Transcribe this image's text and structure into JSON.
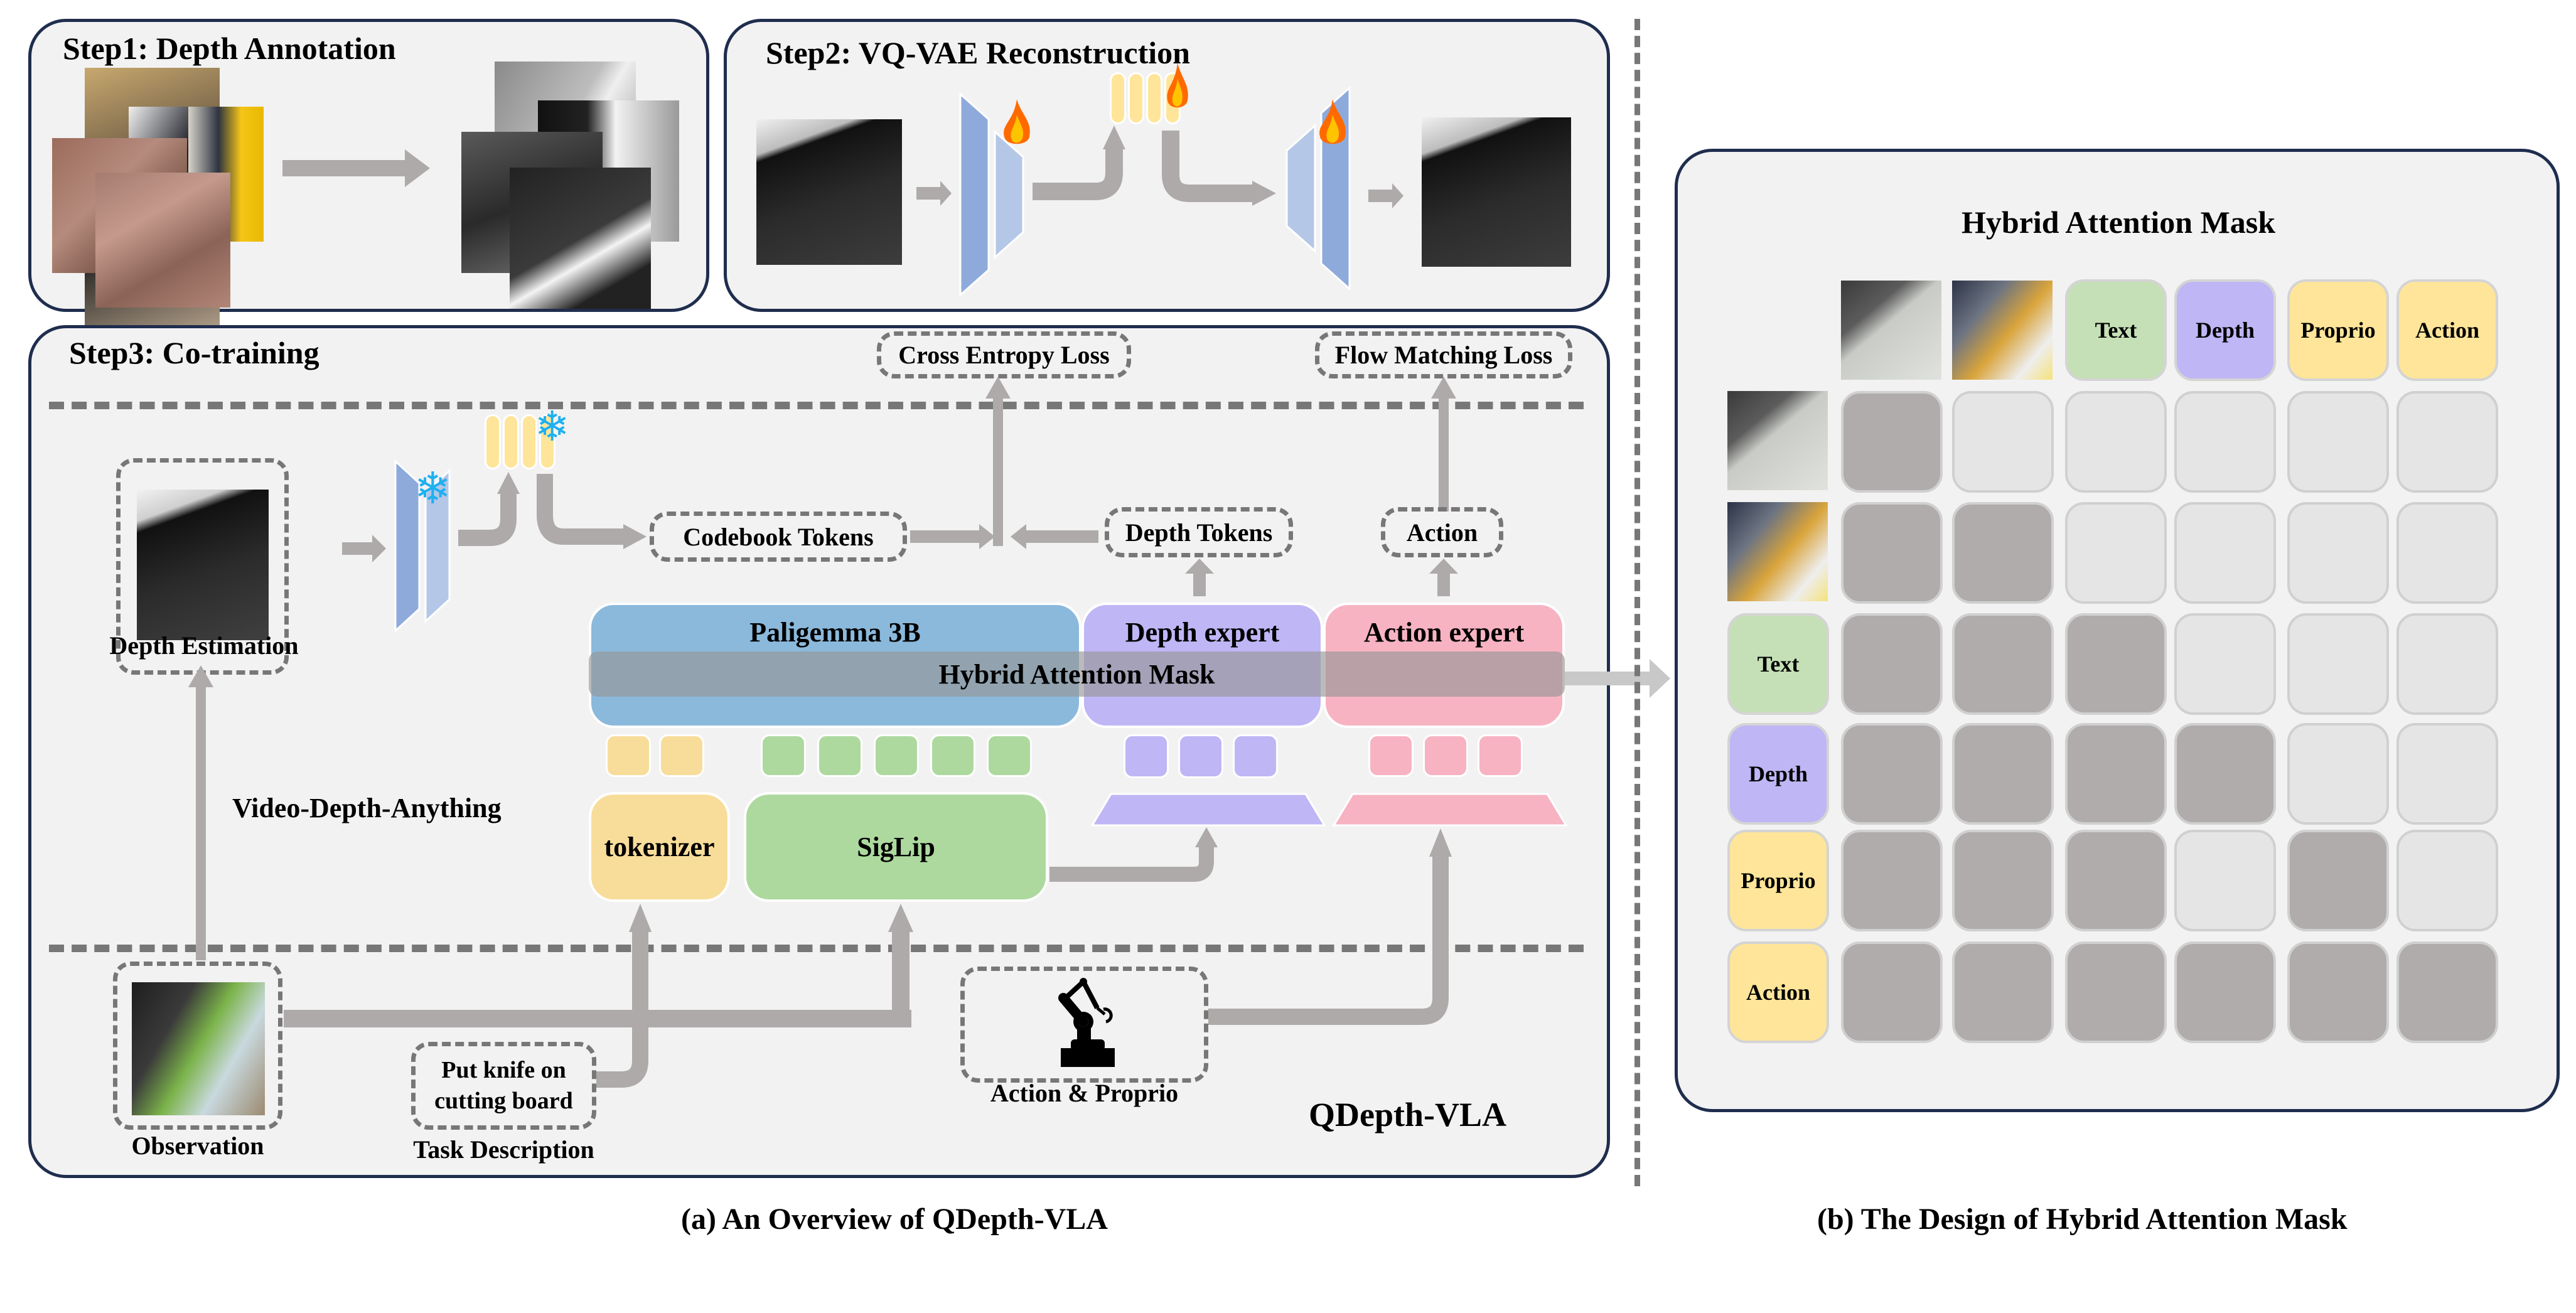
{
  "step1": {
    "title": "Step1: Depth Annotation"
  },
  "step2": {
    "title": "Step2: VQ-VAE Reconstruction"
  },
  "step3": {
    "title": "Step3: Co-training",
    "cross_entropy_loss": "Cross Entropy Loss",
    "flow_matching_loss": "Flow Matching Loss",
    "codebook_tokens": "Codebook Tokens",
    "depth_tokens": "Depth Tokens",
    "action_out": "Action",
    "depth_estimation": "Depth Estimation",
    "video_depth_anything": "Video-Depth-Anything",
    "paligemma": "Paligemma 3B",
    "depth_expert": "Depth expert",
    "action_expert": "Action expert",
    "hybrid_attention_mask": "Hybrid Attention Mask",
    "tokenizer": "tokenizer",
    "siglip": "SigLip",
    "observation": "Observation",
    "task_text": "Put knife on cutting board",
    "task_text_line1": "Put knife on",
    "task_text_line2": "cutting board",
    "task_description": "Task Description",
    "action_proprio": "Action & Proprio",
    "model_name": "QDepth-VLA"
  },
  "mask_panel": {
    "title": "Hybrid Attention Mask",
    "columns": [
      "image-1",
      "image-2",
      "Text",
      "Depth",
      "Proprio",
      "Action"
    ],
    "rows": [
      "image-1",
      "image-2",
      "Text",
      "Depth",
      "Proprio",
      "Action"
    ],
    "header_labels": {
      "text": "Text",
      "depth": "Depth",
      "proprio": "Proprio",
      "action": "Action"
    },
    "matrix": [
      [
        1,
        0,
        0,
        0,
        0,
        0
      ],
      [
        1,
        1,
        0,
        0,
        0,
        0
      ],
      [
        1,
        1,
        1,
        0,
        0,
        0
      ],
      [
        1,
        1,
        1,
        1,
        0,
        0
      ],
      [
        1,
        1,
        1,
        0,
        1,
        0
      ],
      [
        1,
        1,
        1,
        1,
        1,
        1
      ]
    ],
    "legend": {
      "attend": "dark gray",
      "masked": "light gray"
    }
  },
  "colors": {
    "panel_border": "#1f2d4e",
    "paligemma": "#8bb9dc",
    "depth": "#bfb6f5",
    "action": "#f7b3c2",
    "tokenizer": "#f8dd9a",
    "siglip": "#add99f",
    "text_header": "#c5e0b6",
    "proprio_header": "#fee599",
    "codebook": "#fee599",
    "encoder_dark": "#8eaadb",
    "encoder_light": "#b4c7e7",
    "arrow": "#aeaaaa",
    "mask_on": "#afacab",
    "mask_off": "#e5e5e5"
  },
  "captions": {
    "a": "(a) An Overview of QDepth-VLA",
    "b": "(b) The Design of Hybrid Attention Mask"
  }
}
